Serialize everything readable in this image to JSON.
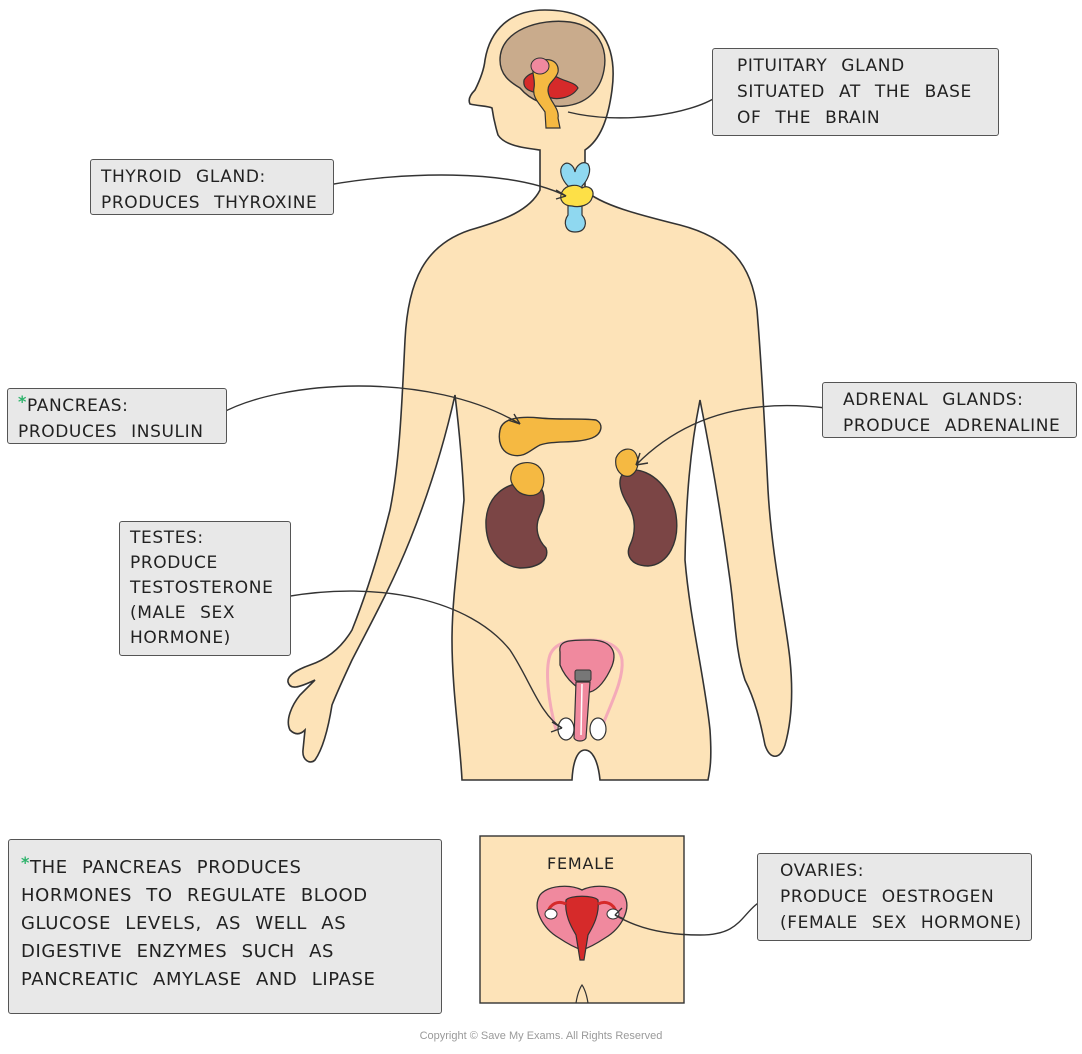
{
  "labels": {
    "pituitary": {
      "lines": [
        "PITUITARY GLAND",
        "SITUATED AT THE BASE",
        "OF THE BRAIN"
      ]
    },
    "thyroid": {
      "lines": [
        "THYROID GLAND:",
        "PRODUCES THYROXINE"
      ]
    },
    "pancreas": {
      "star": "*",
      "lines": [
        "PANCREAS:",
        "PRODUCES INSULIN"
      ]
    },
    "adrenal": {
      "lines": [
        "ADRENAL GLANDS:",
        "PRODUCE ADRENALINE"
      ]
    },
    "testes": {
      "lines": [
        "TESTES:",
        "PRODUCE",
        "TESTOSTERONE",
        "(MALE SEX",
        "HORMONE)"
      ]
    },
    "ovaries": {
      "lines": [
        "OVARIES:",
        "PRODUCE OESTROGEN",
        "(FEMALE SEX HORMONE)"
      ]
    },
    "note": {
      "star": "*",
      "lines": [
        "THE PANCREAS PRODUCES",
        "HORMONES TO REGULATE BLOOD",
        "GLUCOSE LEVELS, AS WELL AS",
        "DIGESTIVE ENZYMES SUCH AS",
        "PANCREATIC AMYLASE AND LIPASE"
      ]
    }
  },
  "female_panel": {
    "title": "FEMALE"
  },
  "copyright": "Copyright © Save My Exams. All Rights Reserved",
  "colors": {
    "skin": "#fde3b8",
    "outline": "#333333",
    "gland": "#f5b942",
    "kidney": "#7b4545",
    "thyroid": "#8fd8f0",
    "reproductive": "#f0899e",
    "brain": "#c9ab8c",
    "label_bg": "#e8e8e8"
  }
}
